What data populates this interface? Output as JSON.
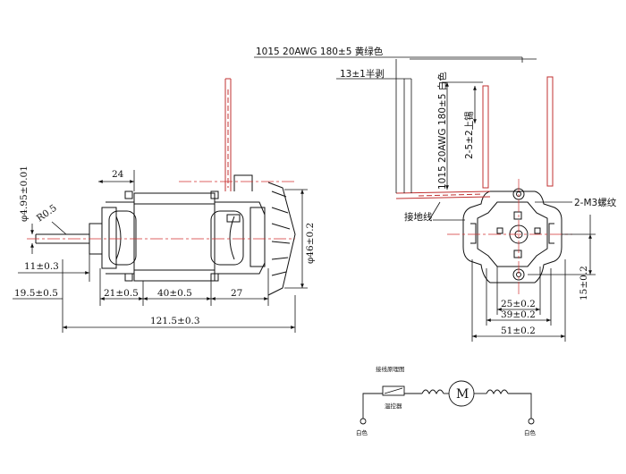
{
  "left_view": {
    "dim_24": "24",
    "dim_d495": "φ4.95±0.01",
    "dim_r05": "R0.5",
    "dim_11": "11±0.3",
    "dim_195": "19.5±0.5",
    "dim_21": "21±0.5",
    "dim_40": "40±0.5",
    "dim_27": "27",
    "dim_1215": "121.5±0.3",
    "dim_d46": "φ46±0.2"
  },
  "right_view": {
    "lead_spec": "1015 20AWG 180±5 黄绿色",
    "strip_13": "13±1半剥",
    "lead_white": "1015 20AWG 180±5 白色",
    "tin_25": "2-5±2上锡",
    "ground_wire": "接地线",
    "m3_thread": "2-M3螺纹",
    "dim_15": "15±0.2",
    "dim_25": "25±0.2",
    "dim_39": "39±0.2",
    "dim_51": "51±0.2"
  },
  "schematic": {
    "title": "接线原理图",
    "thermostat": "温控器",
    "motor_symbol": "M",
    "left_terminal": "白色",
    "right_terminal": "白色"
  },
  "colors": {
    "line": "#111111",
    "center_line": "#d23030",
    "wire": "#c03030"
  }
}
